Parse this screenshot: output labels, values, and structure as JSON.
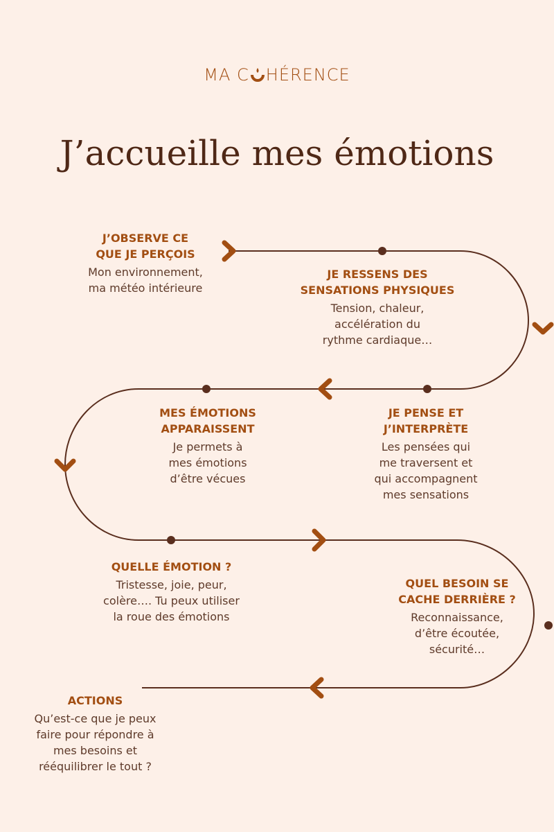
{
  "brand": {
    "left": "MA C",
    "right": "HÉRENCE"
  },
  "title": "J’accueille mes émotions",
  "colors": {
    "background": "#fdf0e8",
    "accent": "#a24e12",
    "line": "#5a2e1e",
    "body_text": "#5e3a2a"
  },
  "steps": [
    {
      "heading": "J’OBSERVE CE\nQUE JE PERÇOIS",
      "body": "Mon environnement,\nma météo intérieure"
    },
    {
      "heading": "JE RESSENS DES\nSENSATIONS PHYSIQUES",
      "body": "Tension, chaleur,\naccélération du\nrythme cardiaque…"
    },
    {
      "heading": "JE PENSE ET\nJ’INTERPRÈTE",
      "body": "Les pensées qui\nme traversent et\nqui accompagnent\nmes sensations"
    },
    {
      "heading": "MES ÉMOTIONS\nAPPARAISSENT",
      "body": "Je permets à\nmes émotions\nd’être vécues"
    },
    {
      "heading": "QUELLE ÉMOTION ?",
      "body": "Tristesse, joie, peur,\ncolère…. Tu peux utiliser\nla roue des émotions"
    },
    {
      "heading": "QUEL BESOIN SE\nCACHE DERRIÈRE ?",
      "body": "Reconnaissance,\nd’être écoutée,\nsécurité…"
    },
    {
      "heading": "ACTIONS",
      "body": "Qu’est-ce que je peux\nfaire pour répondre à\nmes besoins et\nrééquilibrer le tout ?"
    }
  ],
  "icons": {
    "chevrons": [
      "chevron-right",
      "chevron-down",
      "chevron-left",
      "chevron-down",
      "chevron-right",
      "chevron-left"
    ],
    "dots": 5
  }
}
